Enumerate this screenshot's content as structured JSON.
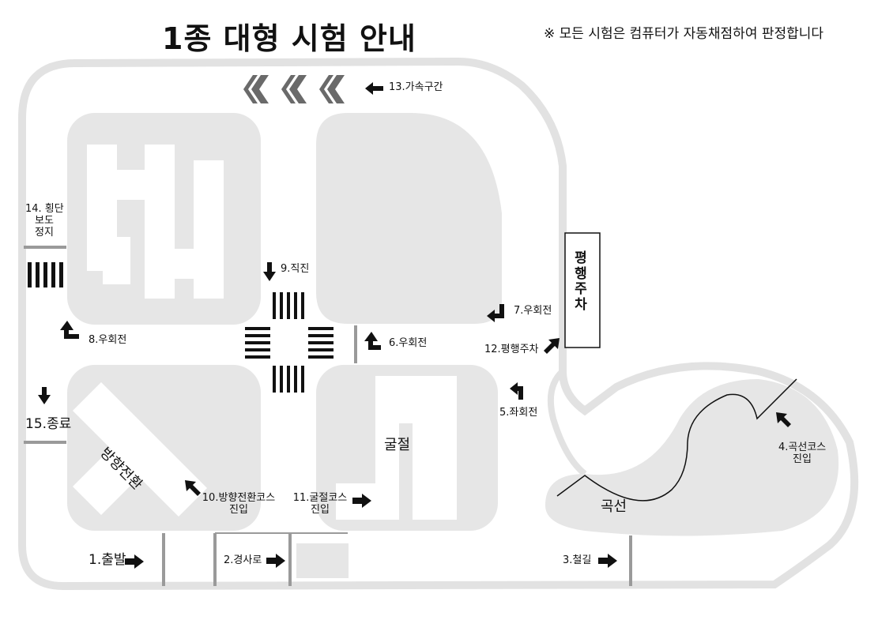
{
  "header": {
    "title": "1종 대형 시험 안내",
    "note": "※ 모든 시험은 컴퓨터가 자동채점하여 판정합니다"
  },
  "labels": {
    "start": "1.출발",
    "slope": "2.경사로",
    "rail": "3.철길",
    "curve_entry_1": "4.곡선코스",
    "curve_entry_2": "진입",
    "left_turn_5": "5.좌회전",
    "right_turn_6": "6.우회전",
    "right_turn_7": "7.우회전",
    "right_turn_8": "8.우회전",
    "straight_9": "9.직진",
    "direction_entry_1": "10.방향전환코스",
    "direction_entry_2": "진입",
    "crank_entry_1": "11.굴절코스",
    "crank_entry_2": "진입",
    "parallel_entry": "12.평행주차",
    "accel": "13.가속구간",
    "crosswalk_1": "14. 횡단",
    "crosswalk_2": "보도",
    "crosswalk_3": "정지",
    "finish": "15.종료"
  },
  "areas": {
    "parallel_parking": "평행주차",
    "direction_change": "방향전환",
    "crank": "굴절",
    "curve": "곡선"
  },
  "colors": {
    "block_fill": "#e6e6e6",
    "road_border": "#e0e0e0",
    "ink": "#111111",
    "line_gray": "#9a9a9a"
  }
}
